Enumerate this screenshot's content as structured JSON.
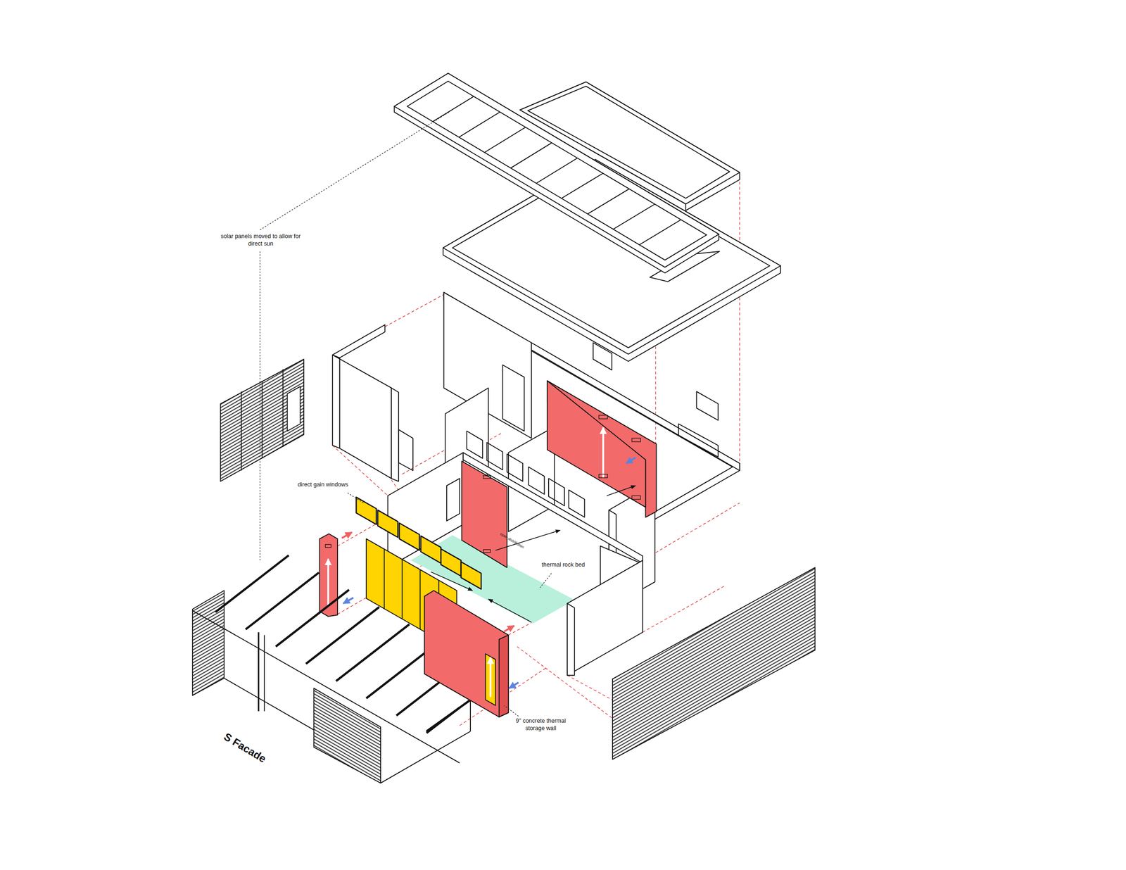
{
  "diagram": {
    "labels": [
      "solar panels moved to allow for direct sun",
      "direct gain windows",
      "thermal rock bed",
      "open distribution",
      "9\" concrete thermal storage wall",
      "S Facade"
    ]
  }
}
